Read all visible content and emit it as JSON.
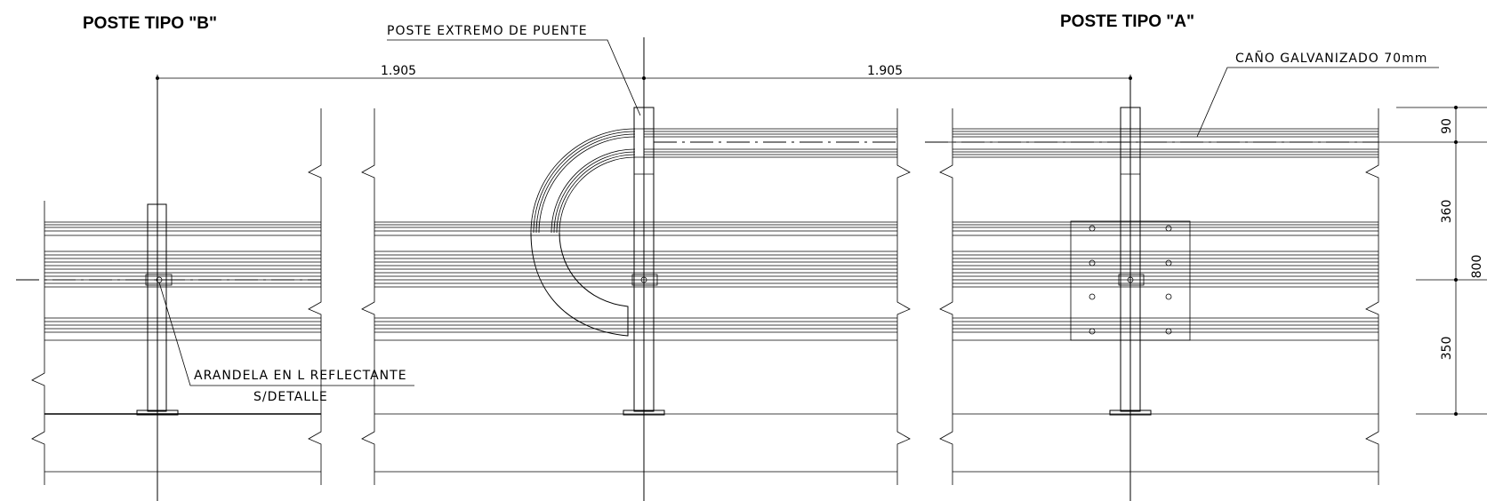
{
  "titles": {
    "post_b": "POSTE TIPO \"B\"",
    "post_a": "POSTE TIPO \"A\""
  },
  "labels": {
    "bridge_end_post": "POSTE EXTREMO DE PUENTE",
    "galvanized_pipe": "CAÑO GALVANIZADO 70mm",
    "washer_line1": "ARANDELA EN L REFLECTANTE",
    "washer_line2": "S/DETALLE"
  },
  "dimensions": {
    "span_left": "1.905",
    "span_right": "1.905",
    "top_offset": "90",
    "upper_height": "360",
    "total_height": "800",
    "lower_height": "350"
  },
  "colors": {
    "line": "#000000",
    "background": "#ffffff"
  }
}
